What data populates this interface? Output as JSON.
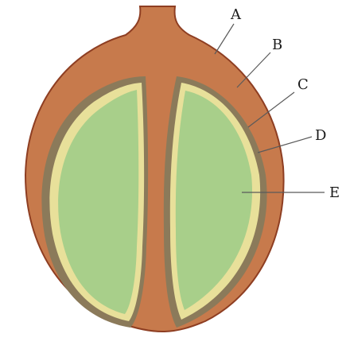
{
  "diagram": {
    "labels": {
      "a": "A",
      "b": "B",
      "c": "C",
      "d": "D",
      "e": "E"
    },
    "colors": {
      "outer_fill": "#C77A4C",
      "outer_stroke": "#8E3E22",
      "inner_dark": "#8B7A5A",
      "inner_light": "#E8E09A",
      "cotyledon": "#A8CF8A",
      "label_text": "#1a1a1a"
    }
  }
}
